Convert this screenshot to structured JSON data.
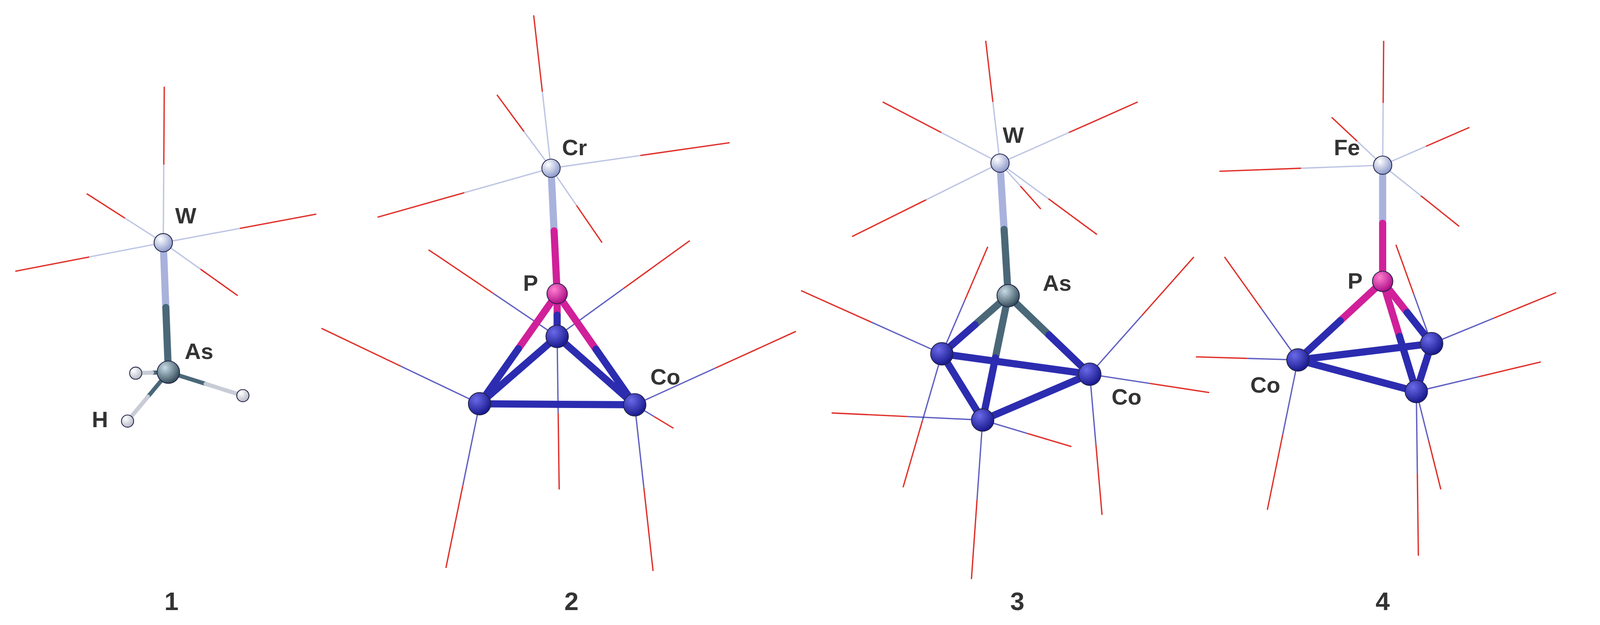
{
  "diagram": {
    "labels": [
      "W",
      "As",
      "H",
      "1",
      "Cr",
      "P",
      "Co",
      "2",
      "W",
      "As",
      "Co",
      "3",
      "Fe",
      "P",
      "Co",
      "4"
    ]
  }
}
